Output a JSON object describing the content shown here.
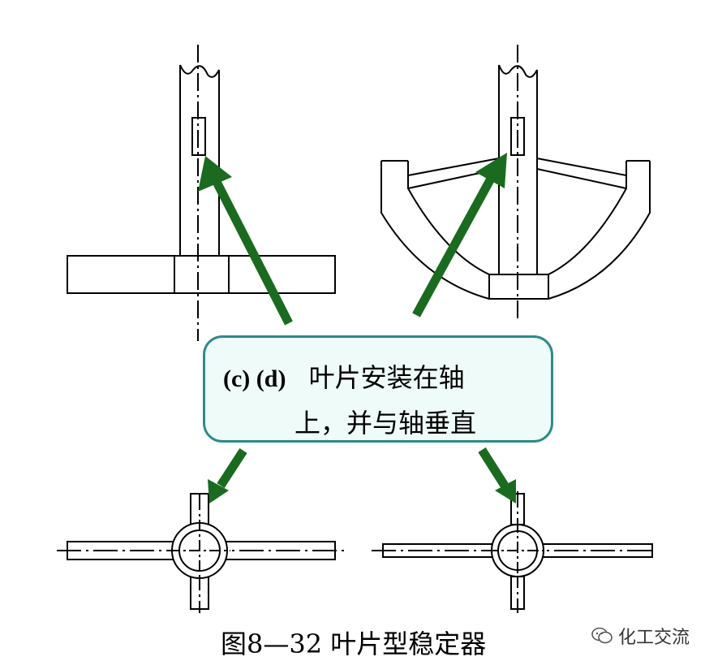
{
  "callout": {
    "labels": "(c) (d)",
    "line1": "叶片安装在轴",
    "line2": "上，并与轴垂直"
  },
  "caption": "图8—32 叶片型稳定器",
  "watermark": {
    "icon": "wechat-bubble-icon",
    "text": "化工交流"
  },
  "colors": {
    "arrow": "#1a6b1f",
    "callout_border": "#2e8a8a",
    "callout_fill": "#eefbf8",
    "line": "#000000"
  }
}
